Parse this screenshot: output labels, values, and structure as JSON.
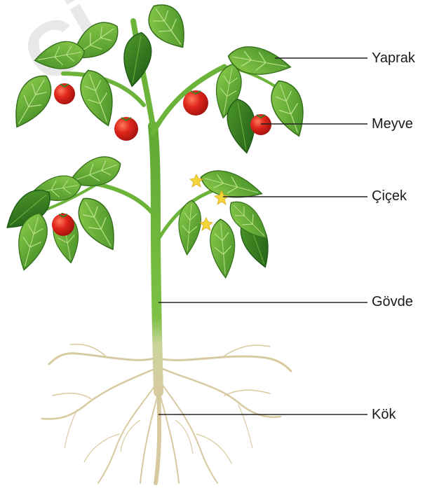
{
  "watermark": "Cİ",
  "labels": {
    "leaf": "Yaprak",
    "fruit": "Meyve",
    "flower": "Çiçek",
    "stem": "Gövde",
    "root": "Kök"
  },
  "colors": {
    "leaf_light": "#7dc142",
    "leaf_mid": "#4e9a2a",
    "leaf_dark": "#2f6e1e",
    "stem": "#6cb33a",
    "tomato": "#e0271d",
    "tomato_highlight": "#ff7a5c",
    "flower": "#f5d63a",
    "root": "#d8caa0",
    "leader_line": "#222222"
  }
}
